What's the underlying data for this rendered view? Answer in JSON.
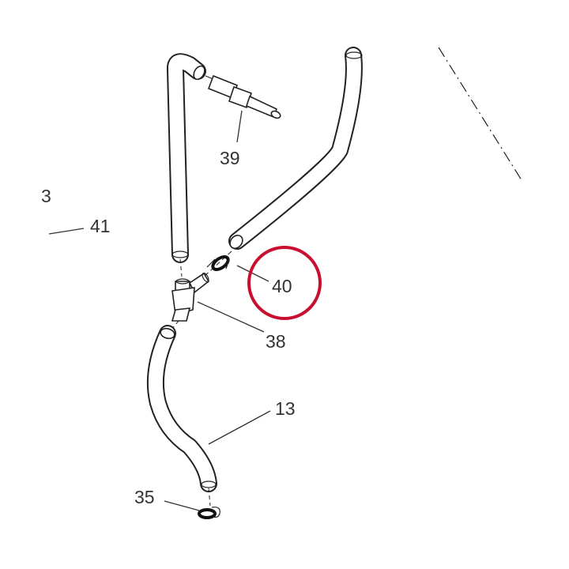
{
  "labels": {
    "p39": "39",
    "p41": "41",
    "p40": "40",
    "p38": "38",
    "p13": "13",
    "p35": "35",
    "edge_fragment": "3"
  },
  "colors": {
    "line": "#222222",
    "label": "#333333",
    "highlight": "#c8102e"
  },
  "highlight": {
    "target_label": "40",
    "shape": "circle"
  }
}
